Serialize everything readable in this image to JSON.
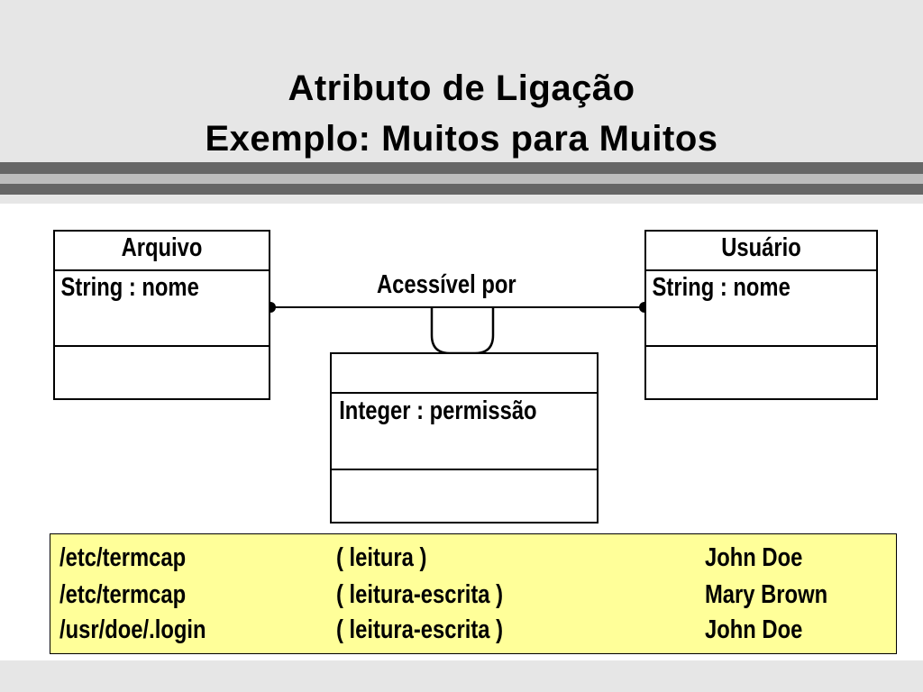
{
  "slide": {
    "title_line1": "Atributo de Ligação",
    "title_line2": "Exemplo: Muitos para Muitos"
  },
  "diagram": {
    "left_class": {
      "name": "Arquivo",
      "attribute": "String : nome"
    },
    "right_class": {
      "name": "Usuário",
      "attribute": "String : nome"
    },
    "association": {
      "label": "Acessível por"
    },
    "link_class": {
      "name": "",
      "attribute": "Integer : permissão"
    }
  },
  "links_table": {
    "rows": [
      {
        "file": "/etc/termcap",
        "permission": "( leitura )",
        "user": "John Doe"
      },
      {
        "file": "/etc/termcap",
        "permission": "( leitura-escrita )",
        "user": "Mary Brown"
      },
      {
        "file": "/usr/doe/.login",
        "permission": "( leitura-escrita )",
        "user": "John Doe"
      }
    ]
  },
  "colors": {
    "background": "#e6e6e6",
    "band_dark": "#666666",
    "band_light": "#bdbdbd",
    "table_fill": "#ffff99"
  }
}
